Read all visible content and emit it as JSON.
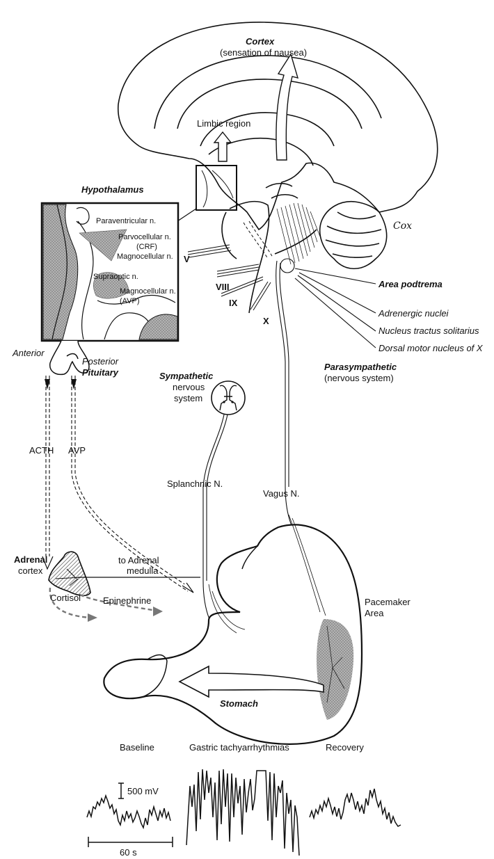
{
  "cortex": {
    "title": "Cortex",
    "subtitle": "(sensation of nausea)"
  },
  "limbic": "Limbic region",
  "hypothalamus": {
    "title": "Hypothalamus",
    "paraventricular": "Paraventricular n.",
    "parvocellular": "Parvocellular n.",
    "crf": "(CRF)",
    "magnocellular_1": "Magnocellular n.",
    "supraoptic": "Supraoptic n.",
    "magnocellular_2": "Magnocellular n.",
    "avp": "(AVP)"
  },
  "signature": "Cox",
  "nerves": {
    "v": "V",
    "viii": "VIII",
    "ix": "IX",
    "x": "X"
  },
  "brainstem": {
    "area_postrema": "Area podtrema",
    "adrenergic": "Adrenergic nuclei",
    "nts": "Nucleus tractus solitarius",
    "dmnx": "Dorsal motor nucleus of X"
  },
  "parasympathetic": {
    "title": "Parasympathetic",
    "subtitle": "(nervous system)"
  },
  "pituitary": {
    "anterior": "Anterior",
    "posterior": "Posterior",
    "title": "Pituitary"
  },
  "sympathetic": {
    "title": "Sympathetic",
    "line1": "nervous",
    "line2": "system"
  },
  "hormones": {
    "acth": "ACTH",
    "avp": "AVP",
    "cortisol": "Cortisol",
    "epinephrine": "Epinephrine"
  },
  "splanchnic": "Splanchnic N.",
  "vagus": "Vagus N.",
  "adrenal": {
    "title": "Adrenal",
    "subtitle": "cortex"
  },
  "medulla": {
    "line1": "to Adrenal",
    "line2": "medulla"
  },
  "pacemaker": {
    "line1": "Pacemaker",
    "line2": "Area"
  },
  "stomach": "Stomach",
  "traces": {
    "baseline": "Baseline",
    "tachy": "Gastric tachyarrhythmias",
    "recovery": "Recovery",
    "scale_v": "500 mV",
    "scale_t": "60 s"
  },
  "colors": {
    "ink": "#111111",
    "shade": "#8a8a8a",
    "hatch": "#9a9a9a"
  }
}
